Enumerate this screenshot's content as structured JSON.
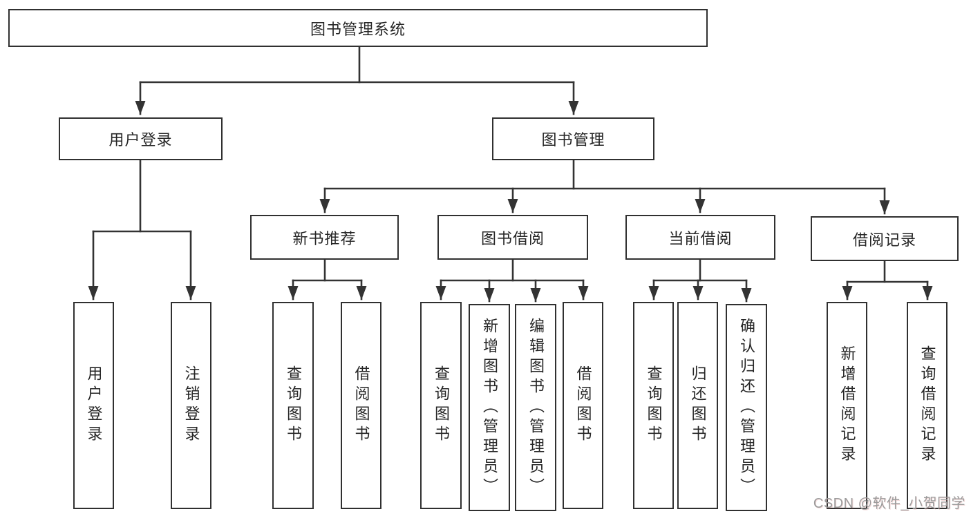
{
  "diagram": {
    "root": {
      "label": "图书管理系统"
    },
    "level1": [
      {
        "id": "user-login",
        "label": "用户登录"
      },
      {
        "id": "book-management",
        "label": "图书管理"
      }
    ],
    "level2": [
      {
        "id": "new-book-recommend",
        "parent": "book-management",
        "label": "新书推荐"
      },
      {
        "id": "book-borrow",
        "parent": "book-management",
        "label": "图书借阅"
      },
      {
        "id": "current-borrow",
        "parent": "book-management",
        "label": "当前借阅"
      },
      {
        "id": "borrow-records",
        "parent": "book-management",
        "label": "借阅记录"
      }
    ],
    "leaves": [
      {
        "parent": "user-login",
        "label": "用户登录"
      },
      {
        "parent": "user-login",
        "label": "注销登录"
      },
      {
        "parent": "new-book-recommend",
        "label": "查询图书"
      },
      {
        "parent": "new-book-recommend",
        "label": "借阅图书"
      },
      {
        "parent": "book-borrow",
        "label": "查询图书"
      },
      {
        "parent": "book-borrow",
        "label": "新增图书（管理员）"
      },
      {
        "parent": "book-borrow",
        "label": "编辑图书（管理员）"
      },
      {
        "parent": "book-borrow",
        "label": "借阅图书"
      },
      {
        "parent": "current-borrow",
        "label": "查询图书"
      },
      {
        "parent": "current-borrow",
        "label": "归还图书"
      },
      {
        "parent": "current-borrow",
        "label": "确认归还（管理员）"
      },
      {
        "parent": "borrow-records",
        "label": "新增借阅记录"
      },
      {
        "parent": "borrow-records",
        "label": "查询借阅记录"
      }
    ],
    "watermark": "CSDN @软件_小贺同学",
    "colors": {
      "line": "#333333",
      "box_border": "#303030",
      "box_fill": "#ffffff",
      "text": "#262626",
      "watermark": "#9c9c9c",
      "background": "#ffffff"
    }
  }
}
